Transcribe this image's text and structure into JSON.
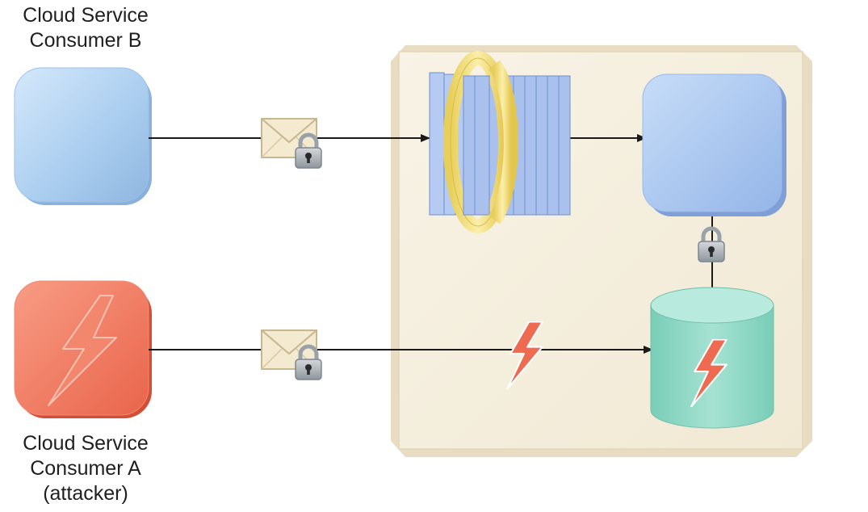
{
  "consumer_b": {
    "label_line1": "Cloud Service",
    "label_line2": "Consumer B"
  },
  "consumer_a": {
    "label_line1": "Cloud Service",
    "label_line2": "Consumer A",
    "label_line3": "(attacker)"
  },
  "icons": {
    "message": "envelope-icon",
    "lock": "padlock-icon",
    "attack": "lightning-bolt-icon",
    "gateway": "service-gateway-icon",
    "service": "cloud-service-icon",
    "storage": "database-cylinder-icon"
  },
  "colors": {
    "consumer_b": "#a8ccee",
    "consumer_a": "#f07a62",
    "attack_bolt": "#ee6a50",
    "environment_bg": "#f6f0e0",
    "database": "#8fd6c4",
    "gateway_ring": "#f1dc7a"
  }
}
